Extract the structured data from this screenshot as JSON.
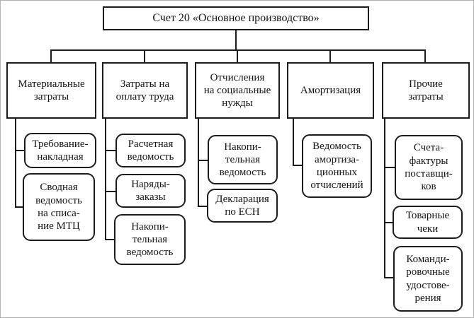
{
  "figure": {
    "kind": "accounting cost documents flowchart",
    "root_label": "Счет 20 «Основное производство»"
  },
  "colors": {
    "line": "#1c1c1c",
    "background": "#ffffff",
    "frame": "#b3b3b3"
  },
  "tree": {
    "root": {
      "label": "Счет 20 «Основное производство»"
    },
    "categories": [
      {
        "label": "Материальные\nзатраты",
        "documents": [
          {
            "label": "Требование-\nнакладная"
          },
          {
            "label": "Сводная\nведомость\nна списа-\nние МТЦ"
          }
        ]
      },
      {
        "label": "Затраты на\nоплату труда",
        "documents": [
          {
            "label": "Расчетная\nведомость"
          },
          {
            "label": "Наряды-\nзаказы"
          },
          {
            "label": "Накопи-\nтельная\nведомость"
          }
        ]
      },
      {
        "label": "Отчисления\nна социальные\nнужды",
        "documents": [
          {
            "label": "Накопи-\nтельная\nведомость"
          },
          {
            "label": "Декларация\nпо ЕСН"
          }
        ]
      },
      {
        "label": "Амортизация",
        "documents": [
          {
            "label": "Ведомость\nамортиза-\nционных\nотчислений"
          }
        ]
      },
      {
        "label": "Прочие\nзатраты",
        "documents": [
          {
            "label": "Счета-\nфактуры\nпоставщи-\nков"
          },
          {
            "label": "Товарные\nчеки"
          },
          {
            "label": "Команди-\nровочные\nудостове-\nрения"
          }
        ]
      }
    ]
  }
}
